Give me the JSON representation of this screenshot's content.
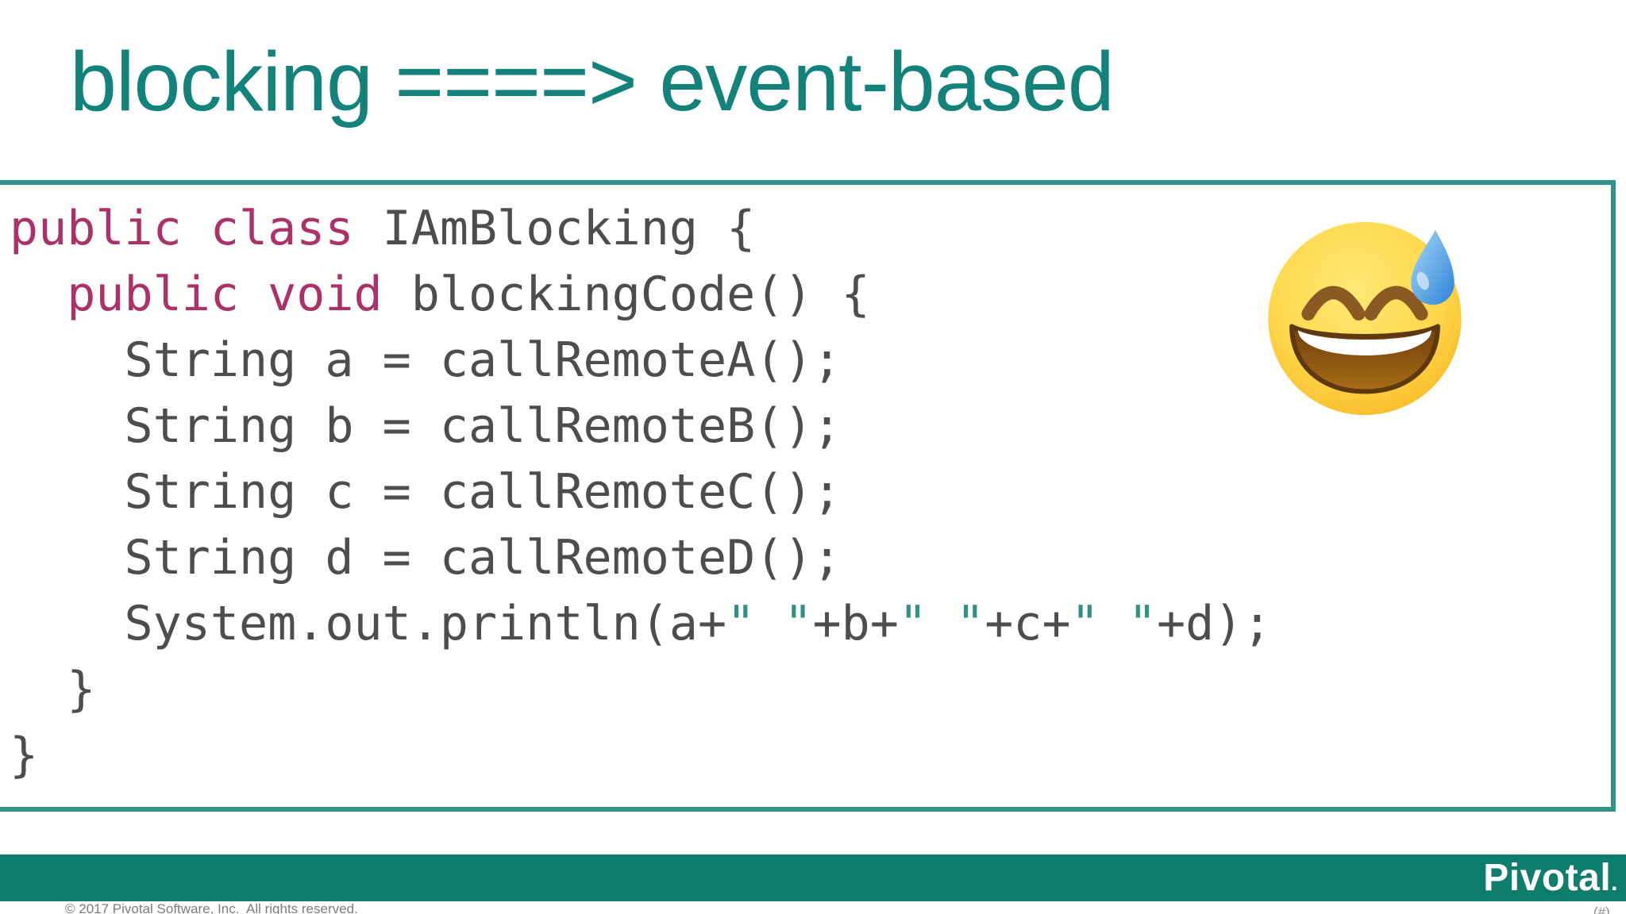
{
  "title": "blocking ====> event-based",
  "code": {
    "lines": [
      [
        {
          "t": "public",
          "c": "keyword"
        },
        {
          "t": " ",
          "c": "plain"
        },
        {
          "t": "class",
          "c": "keyword"
        },
        {
          "t": " IAmBlocking {",
          "c": "plain"
        }
      ],
      [
        {
          "t": "  ",
          "c": "plain"
        },
        {
          "t": "public",
          "c": "keyword"
        },
        {
          "t": " ",
          "c": "plain"
        },
        {
          "t": "void",
          "c": "keyword"
        },
        {
          "t": " blockingCode() {",
          "c": "plain"
        }
      ],
      [
        {
          "t": "    String a = callRemoteA();",
          "c": "plain"
        }
      ],
      [
        {
          "t": "    String b = callRemoteB();",
          "c": "plain"
        }
      ],
      [
        {
          "t": "    String c = callRemoteC();",
          "c": "plain"
        }
      ],
      [
        {
          "t": "    String d = callRemoteD();",
          "c": "plain"
        }
      ],
      [
        {
          "t": "    System.out.println(a+",
          "c": "plain"
        },
        {
          "t": "\" \"",
          "c": "string"
        },
        {
          "t": "+b+",
          "c": "plain"
        },
        {
          "t": "\" \"",
          "c": "string"
        },
        {
          "t": "+c+",
          "c": "plain"
        },
        {
          "t": "\" \"",
          "c": "string"
        },
        {
          "t": "+d);",
          "c": "plain"
        }
      ],
      [
        {
          "t": "  }",
          "c": "plain"
        }
      ],
      [
        {
          "t": "}",
          "c": "plain"
        }
      ]
    ]
  },
  "emoji": {
    "name": "grinning-face-with-sweat"
  },
  "footer": {
    "copyright": "© 2017 Pivotal Software, Inc.  All rights reserved.",
    "logo_text": "Pivotal",
    "logo_period": ".",
    "slide_number": "(#)"
  },
  "colors": {
    "title_teal": "#12827b",
    "border_teal": "#2f9388",
    "bar_teal": "#0e7d6c",
    "keyword": "#ab3268",
    "code_text": "#4d4d4d",
    "code_string": "#2f9184"
  }
}
